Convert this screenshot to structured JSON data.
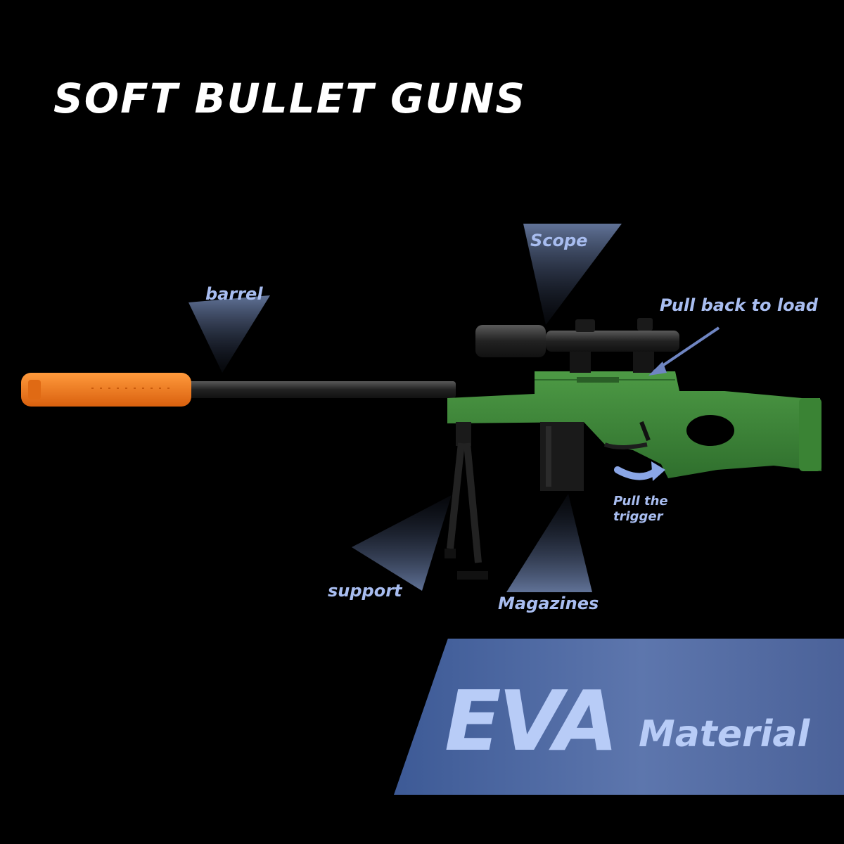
{
  "title": "SOFT BULLET GUNS",
  "labels": {
    "barrel": "barrel",
    "scope": "Scope",
    "pull_back": "Pull back to load",
    "trigger_line1": "Pull the",
    "trigger_line2": "trigger",
    "support": "support",
    "magazines": "Magazines"
  },
  "banner": {
    "main": "EVA",
    "sub": "Material"
  },
  "colors": {
    "background": "#000000",
    "label": "#a8bdf0",
    "stock_green": "#3f8a3a",
    "suppressor_orange": "#f07a1e",
    "banner_blue": "#4b6299"
  },
  "icons": [
    "rifle-illustration",
    "curved-arrow-icon",
    "pointer-triangle-icon"
  ]
}
